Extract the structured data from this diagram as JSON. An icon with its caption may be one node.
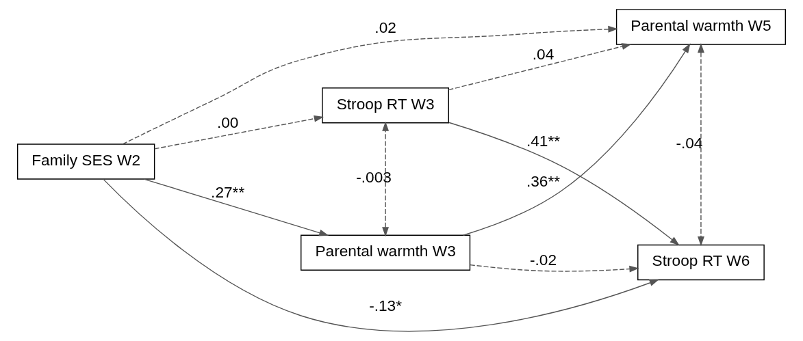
{
  "diagram": {
    "nodes": [
      {
        "text": [
          "Family SES W2"
        ]
      },
      {
        "text": [
          "Parental warmth W3"
        ]
      },
      {
        "text": [
          "Parental warmth W5"
        ]
      },
      {
        "text": [
          "Stroop RT W3"
        ]
      },
      {
        "text": [
          "Stroop RT W6"
        ]
      }
    ],
    "edges": [
      {
        "from": 0,
        "to": 1,
        "arrow": "to",
        "label": ".27**"
      },
      {
        "from": 0,
        "to": 3,
        "arrow": "to",
        "label": ".00",
        "style": "dashed"
      },
      {
        "from": 0,
        "to": 2,
        "arrow": "to",
        "label": ".02",
        "style": "dashed"
      },
      {
        "from": 0,
        "to": 4,
        "arrow": "to",
        "label": "-.13*"
      },
      {
        "from": 1,
        "to": 2,
        "arrow": "to",
        "label": ".36**"
      },
      {
        "from": 1,
        "to": 4,
        "arrow": "to",
        "label": "-.02",
        "style": "dashed"
      },
      {
        "from": 1,
        "to": 3,
        "arrow": "both",
        "label": "-.003",
        "style": "dashed"
      },
      {
        "from": 3,
        "to": 2,
        "arrow": "to",
        "label": ".04",
        "style": "dashed"
      },
      {
        "from": 3,
        "to": 4,
        "arrow": "to",
        "label": ".41**"
      },
      {
        "from": 2,
        "to": 4,
        "arrow": "both",
        "label": "-.04",
        "style": "dashed"
      }
    ]
  }
}
